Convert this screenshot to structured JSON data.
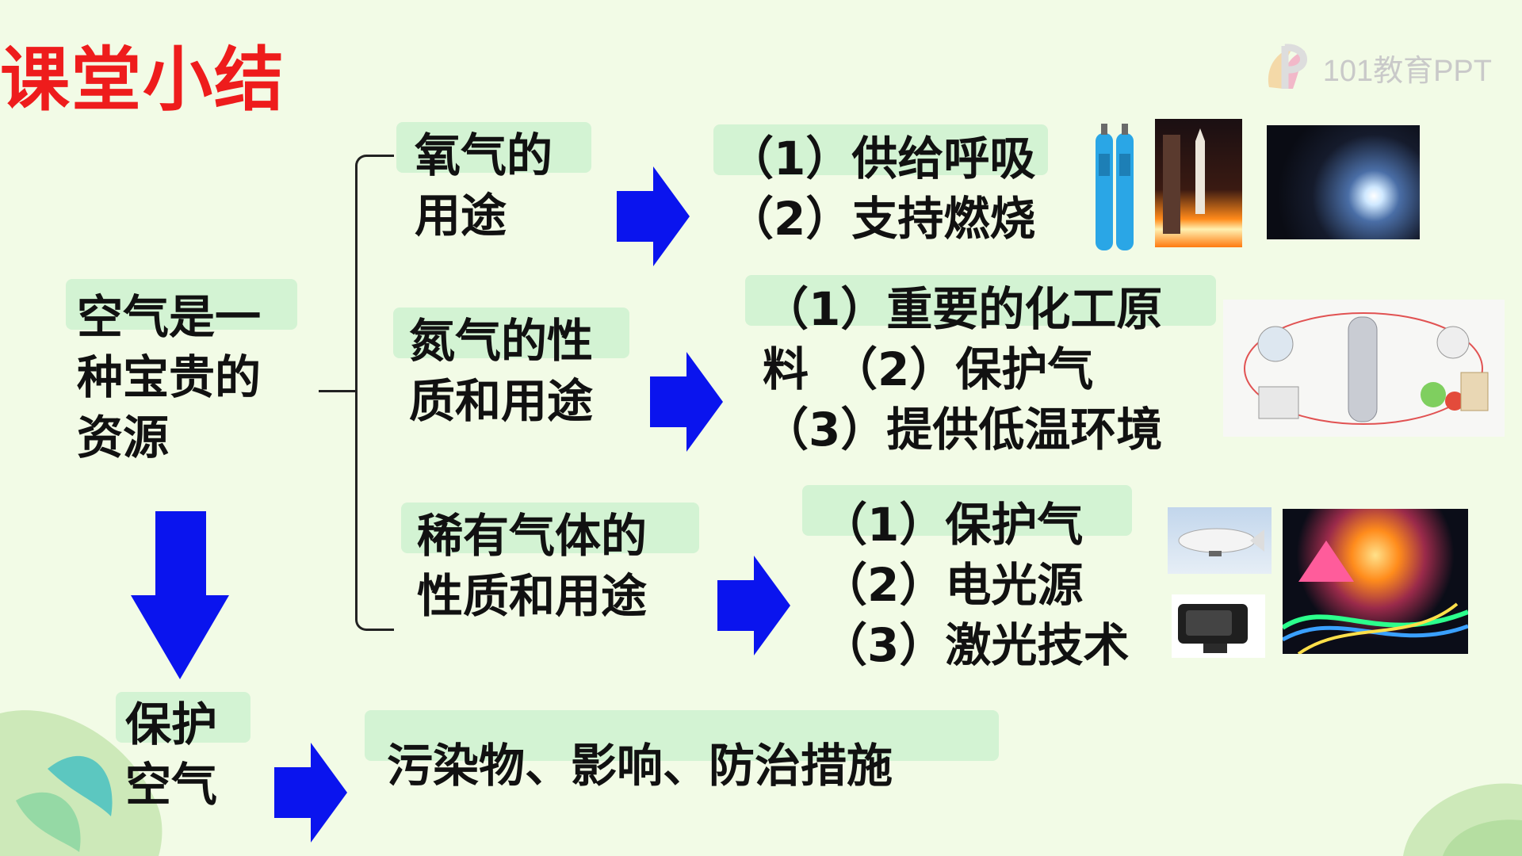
{
  "title": "课堂小结",
  "logo": {
    "text": "101教育PPT",
    "icon": "p-leaf-logo-icon"
  },
  "root": {
    "lines": [
      "空气是一",
      "种宝贵的",
      "资源"
    ]
  },
  "branches": [
    {
      "topic": [
        "氧气的",
        "用途"
      ],
      "uses": [
        "（1）供给呼吸",
        "（2）支持燃烧"
      ]
    },
    {
      "topic": [
        "氮气的性",
        "质和用途"
      ],
      "uses": [
        "（1）重要的化工原",
        "料　（2）保护气",
        "（3）提供低温环境"
      ]
    },
    {
      "topic": [
        "稀有气体的",
        "性质和用途"
      ],
      "uses": [
        "（1）保护气",
        "（2）电光源",
        "（3）激光技术"
      ]
    }
  ],
  "protect": {
    "lines": [
      "保护",
      "空气"
    ],
    "detail": "污染物、影响、防治措施"
  },
  "colors": {
    "title": "#ee1c1c",
    "arrow": "#0a14ee",
    "highlight": "#d3f3d3",
    "background": "#f2fbe6"
  },
  "images": [
    "oxygen-cylinders",
    "rocket-launch",
    "welding-sparks",
    "nitrogen-uses-diagram",
    "airship",
    "camera-flash",
    "neon-lights"
  ]
}
